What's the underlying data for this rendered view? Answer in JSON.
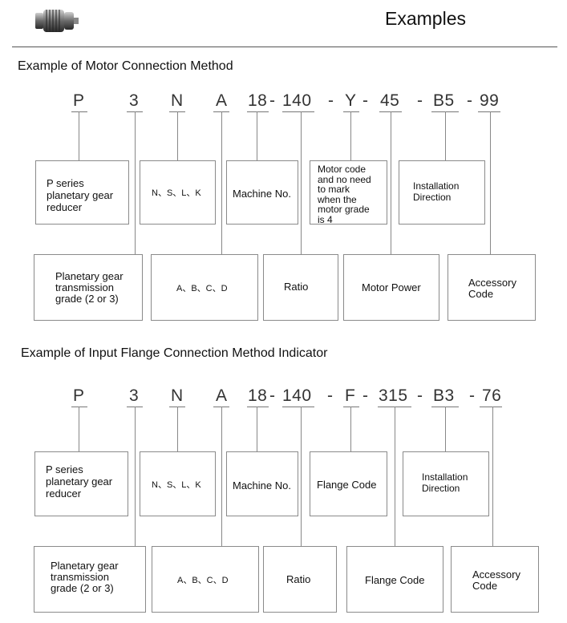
{
  "header": {
    "title": "Examples",
    "logo_icon": "planetary-gear-reducer-icon"
  },
  "sections": [
    {
      "title": "Example of Motor Connection Method",
      "code": [
        "P",
        "3",
        "N",
        "A",
        "18",
        "-",
        "140",
        "-",
        "Y",
        "-",
        "45",
        "-",
        "B5",
        "-",
        "99"
      ],
      "top_boxes": [
        "P series\nplanetary gear\nreducer",
        "N、S、L、K",
        "Machine No.",
        "Motor code\nand no need\nto mark\nwhen the\nmotor grade\nis 4",
        "Installation\nDirection"
      ],
      "bottom_boxes": [
        "Planetary gear\ntransmission\ngrade (2 or 3)",
        "A、B、C、D",
        "Ratio",
        "Motor Power",
        "Accessory\nCode"
      ]
    },
    {
      "title": "Example of Input Flange Connection Method Indicator",
      "code": [
        "P",
        "3",
        "N",
        "A",
        "18",
        "-",
        "140",
        "-",
        "F",
        "-",
        "315",
        "-",
        "B3",
        "-",
        "76"
      ],
      "top_boxes": [
        "P series\nplanetary gear\nreducer",
        "N、S、L、K",
        "Machine No.",
        "Flange Code",
        "Installation\nDirection"
      ],
      "bottom_boxes": [
        "Planetary gear\ntransmission\ngrade (2 or 3)",
        "A、B、C、D",
        "Ratio",
        "Flange Code",
        "Accessory\nCode"
      ]
    }
  ]
}
